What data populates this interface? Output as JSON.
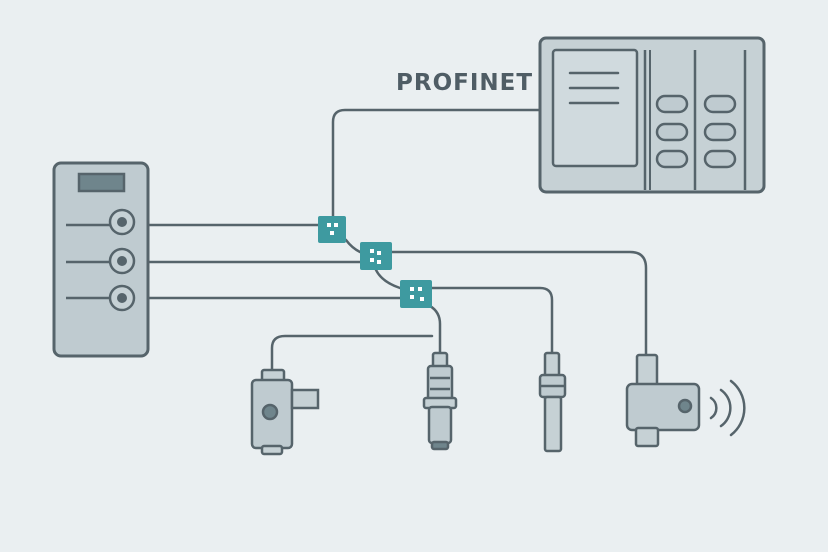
{
  "network_label": "PROFINET",
  "colors": {
    "background": "#eaeff1",
    "stroke": "#56646b",
    "device_fill": "#bfcbd0",
    "screen_fill": "#c9d5d9",
    "switch_fill": "#3e9aa0",
    "display_fill": "#6f858c"
  },
  "components": [
    {
      "name": "controller-panel-hmi",
      "icon": "control-panel-icon"
    },
    {
      "name": "io-terminal-rack",
      "icon": "io-rack-icon"
    },
    {
      "name": "network-switch-1",
      "icon": "network-switch-icon"
    },
    {
      "name": "network-switch-2",
      "icon": "network-switch-icon"
    },
    {
      "name": "network-switch-3",
      "icon": "network-switch-icon"
    },
    {
      "name": "valve-actuator",
      "icon": "valve-icon"
    },
    {
      "name": "inductive-sensor-1",
      "icon": "proximity-sensor-icon"
    },
    {
      "name": "inductive-sensor-2",
      "icon": "proximity-sensor-icon"
    },
    {
      "name": "wireless-sensor",
      "icon": "wireless-sensor-icon"
    }
  ]
}
